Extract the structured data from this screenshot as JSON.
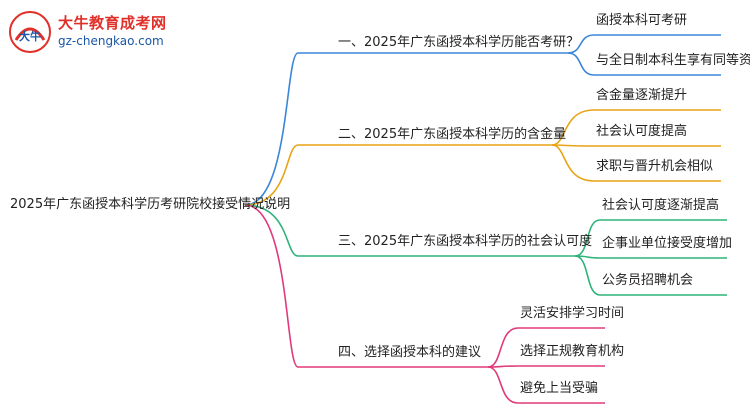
{
  "logo": {
    "mark_text": "大牛",
    "title": "大牛教育成考网",
    "url": "gz-chengkao.com"
  },
  "root": "2025年广东函授本科学历考研院校接受情况说明",
  "branches": [
    {
      "label": "一、2025年广东函授本科学历能否考研？",
      "color": "#3a86d8",
      "children": [
        "函授本科可考研",
        "与全日制本科生享有同等资格"
      ]
    },
    {
      "label": "二、2025年广东函授本科学历的含金量",
      "color": "#e8a317",
      "children": [
        "含金量逐渐提升",
        "社会认可度提高",
        "求职与晋升机会相似"
      ]
    },
    {
      "label": "三、2025年广东函授本科学历的社会认可度",
      "color": "#2fb47a",
      "children": [
        "社会认可度逐渐提高",
        "企事业单位接受度增加",
        "公务员招聘机会"
      ]
    },
    {
      "label": "四、选择函授本科的建议",
      "color": "#e03a7a",
      "children": [
        "灵活安排学习时间",
        "选择正规教育机构",
        "避免上当受骗"
      ]
    }
  ]
}
